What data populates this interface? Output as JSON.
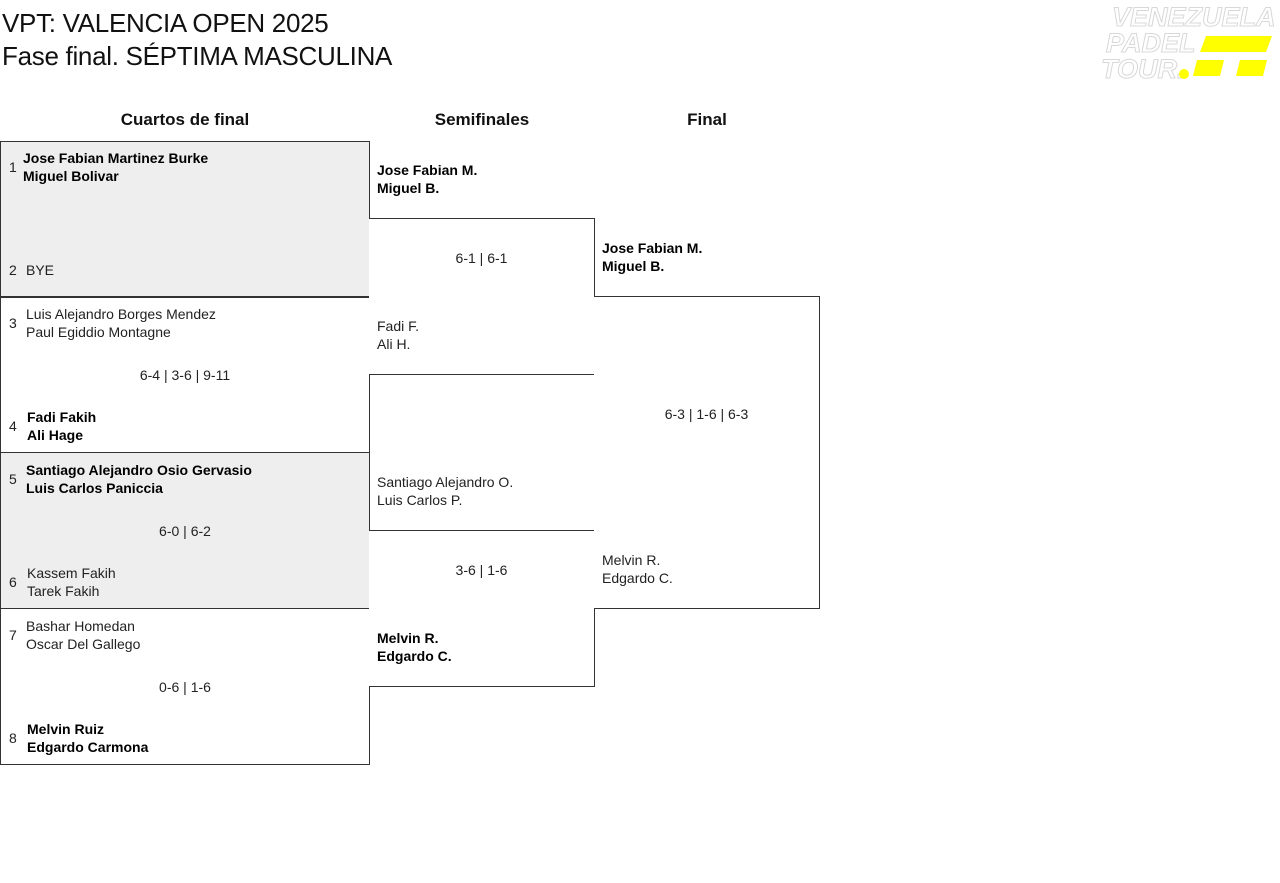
{
  "header": {
    "title_line1": "VPT: VALENCIA OPEN 2025",
    "title_line2": "Fase final. SÉPTIMA MASCULINA",
    "logo": {
      "text_lines": [
        "VENEZUELA",
        "PADEL",
        "TOUR."
      ],
      "accent_color": "#ffff00",
      "icon": "venezuela-padel-tour-logo"
    }
  },
  "rounds": {
    "quarterfinals": "Cuartos de final",
    "semifinals": "Semifinales",
    "final": "Final"
  },
  "quarterfinals": [
    {
      "top": {
        "seed": "1",
        "players": [
          "Jose Fabian Martinez Burke",
          "Miguel Bolivar"
        ],
        "winner": true
      },
      "bottom": {
        "seed": "2",
        "players": [
          "BYE"
        ],
        "winner": false
      },
      "score": ""
    },
    {
      "top": {
        "seed": "3",
        "players": [
          "Luis Alejandro Borges Mendez",
          "Paul Egiddio Montagne"
        ],
        "winner": false
      },
      "bottom": {
        "seed": "4",
        "players": [
          "Fadi Fakih",
          "Ali Hage"
        ],
        "winner": true
      },
      "score": "6-4 | 3-6 | 9-11"
    },
    {
      "top": {
        "seed": "5",
        "players": [
          "Santiago Alejandro Osio Gervasio",
          "Luis Carlos Paniccia"
        ],
        "winner": true
      },
      "bottom": {
        "seed": "6",
        "players": [
          "Kassem Fakih",
          "Tarek Fakih"
        ],
        "winner": false
      },
      "score": "6-0 | 6-2"
    },
    {
      "top": {
        "seed": "7",
        "players": [
          "Bashar Homedan",
          "Oscar Del Gallego"
        ],
        "winner": false
      },
      "bottom": {
        "seed": "8",
        "players": [
          "Melvin Ruiz",
          "Edgardo Carmona"
        ],
        "winner": true
      },
      "score": "0-6 | 1-6"
    }
  ],
  "semifinals": [
    {
      "top": {
        "players": [
          "Jose Fabian M.",
          "Miguel B."
        ],
        "winner": true
      },
      "bottom": {
        "players": [
          "Fadi F.",
          "Ali H."
        ],
        "winner": false
      },
      "score": "6-1 | 6-1"
    },
    {
      "top": {
        "players": [
          "Santiago Alejandro O.",
          "Luis Carlos P."
        ],
        "winner": false
      },
      "bottom": {
        "players": [
          "Melvin R.",
          "Edgardo C."
        ],
        "winner": true
      },
      "score": "3-6 | 1-6"
    }
  ],
  "final": {
    "top": {
      "players": [
        "Jose Fabian M.",
        "Miguel B."
      ],
      "winner": true
    },
    "bottom": {
      "players": [
        "Melvin R.",
        "Edgardo C."
      ],
      "winner": false
    },
    "score": "6-3 | 1-6 | 6-3"
  }
}
